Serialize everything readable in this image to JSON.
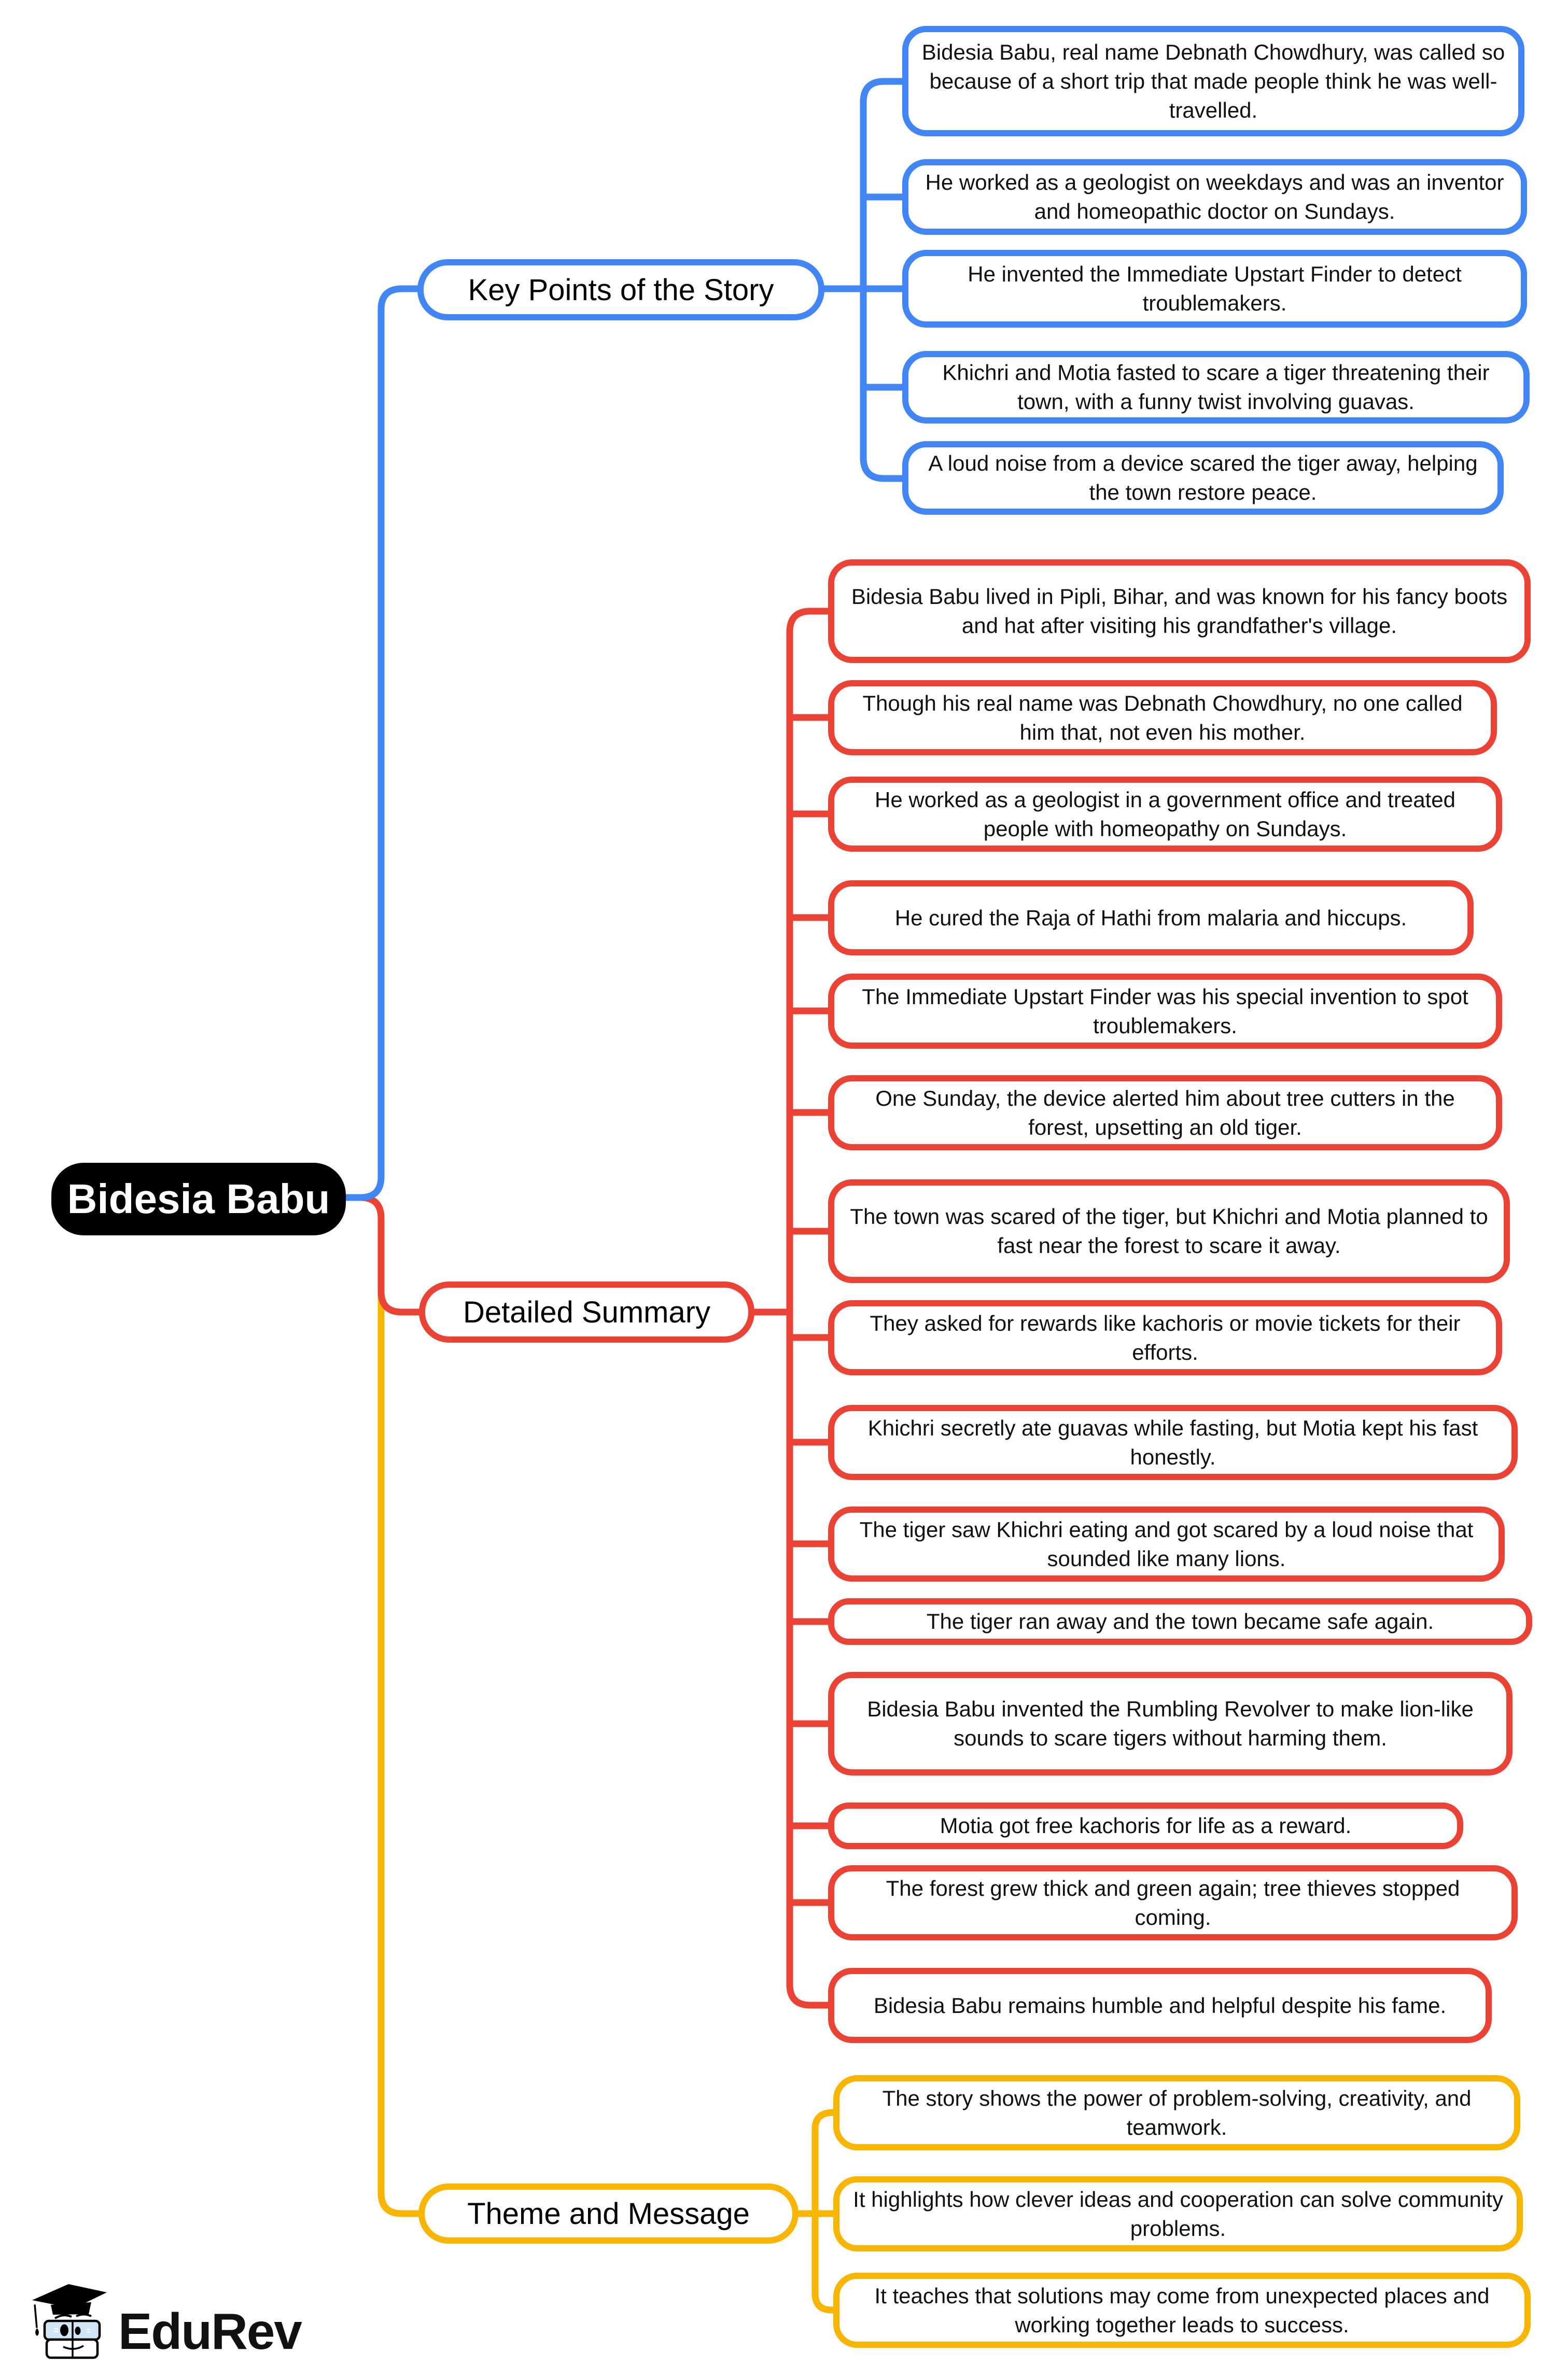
{
  "root": {
    "label": "Bidesia Babu"
  },
  "branches": [
    {
      "label": "Key Points of the Story",
      "color": "#4285F4",
      "children": [
        "Bidesia Babu, real name Debnath Chowdhury, was called so because of a short trip that made people think he was well-travelled.",
        "He worked as a geologist on weekdays and was an inventor and homeopathic doctor on Sundays.",
        "He invented the Immediate Upstart Finder to detect troublemakers.",
        "Khichri and Motia fasted to scare a tiger threatening their town, with a funny twist involving guavas.",
        "A loud noise from a device scared the tiger away, helping the town restore peace."
      ]
    },
    {
      "label": "Detailed Summary",
      "color": "#EA4335",
      "children": [
        "Bidesia Babu lived in Pipli, Bihar, and was known for his fancy boots and hat after visiting his grandfather's village.",
        "Though his real name was Debnath Chowdhury, no one called him that, not even his mother.",
        "He worked as a geologist in a government office and treated people with homeopathy on Sundays.",
        "He cured the Raja of Hathi from malaria and hiccups.",
        "The Immediate Upstart Finder was his special invention to spot troublemakers.",
        "One Sunday, the device alerted him about tree cutters in the forest, upsetting an old tiger.",
        "The town was scared of the tiger, but Khichri and Motia planned to fast near the forest to scare it away.",
        "They asked for rewards like kachoris or movie tickets for their efforts.",
        "Khichri secretly ate guavas while fasting, but Motia kept his fast honestly.",
        "The tiger saw Khichri eating and got scared by a loud noise that sounded like many lions.",
        "The tiger ran away and the town became safe again.",
        "Bidesia Babu invented the Rumbling Revolver to make lion-like sounds to scare tigers without harming them.",
        "Motia got free kachoris for life as a reward.",
        "The forest grew thick and green again; tree thieves stopped coming.",
        "Bidesia Babu remains humble and helpful despite his fame."
      ]
    },
    {
      "label": "Theme and Message",
      "color": "#F7B500",
      "children": [
        "The story shows the power of problem-solving, creativity, and teamwork.",
        "It highlights how clever ideas and cooperation can solve community problems.",
        "It teaches that solutions may come from unexpected places and working together leads to success."
      ]
    }
  ],
  "logo": {
    "brand": "EduRev"
  },
  "colors": {
    "background": "#FFFFFF",
    "root_bg": "#000000",
    "root_text": "#FFFFFF",
    "text": "#111111",
    "blue": "#4285F4",
    "red": "#EA4335",
    "yellow": "#F7B500"
  }
}
